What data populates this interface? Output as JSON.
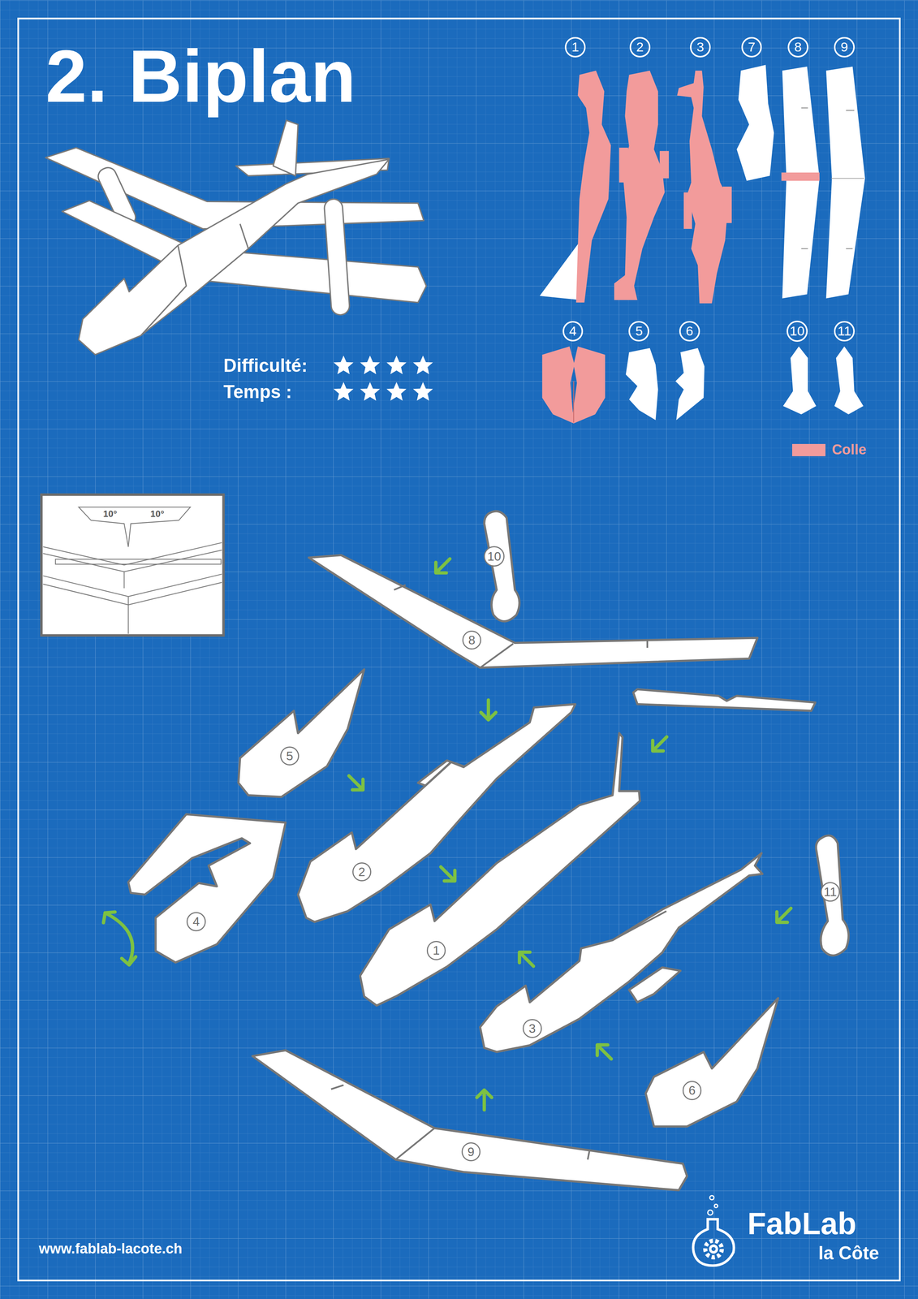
{
  "diagram": {
    "title": "2. Biplan",
    "nodes": [
      {
        "text": [
          "1"
        ]
      },
      {
        "text": [
          "2"
        ]
      },
      {
        "text": [
          "3"
        ]
      },
      {
        "text": [
          "7"
        ]
      },
      {
        "text": [
          "8"
        ]
      },
      {
        "text": [
          "9"
        ]
      },
      {
        "text": [
          "4"
        ]
      },
      {
        "text": [
          "5"
        ]
      },
      {
        "text": [
          "6"
        ]
      },
      {
        "text": [
          "10"
        ]
      },
      {
        "text": [
          "11"
        ]
      },
      {
        "text": [
          "10"
        ]
      },
      {
        "text": [
          "8"
        ]
      },
      {
        "text": [
          "5"
        ]
      },
      {
        "text": [
          "2"
        ]
      },
      {
        "text": [
          "4"
        ]
      },
      {
        "text": [
          "1"
        ]
      },
      {
        "text": [
          "11"
        ]
      },
      {
        "text": [
          "3"
        ]
      },
      {
        "text": [
          "6"
        ]
      },
      {
        "text": [
          "9"
        ]
      }
    ],
    "labels": [
      "Difficulté:",
      "Temps :",
      "10°",
      "10°",
      "www.fablab-lacote.ch",
      "FabLab",
      "la Côte"
    ],
    "legend": [
      {
        "text": "Colle",
        "color": "#f29b9b"
      }
    ]
  }
}
